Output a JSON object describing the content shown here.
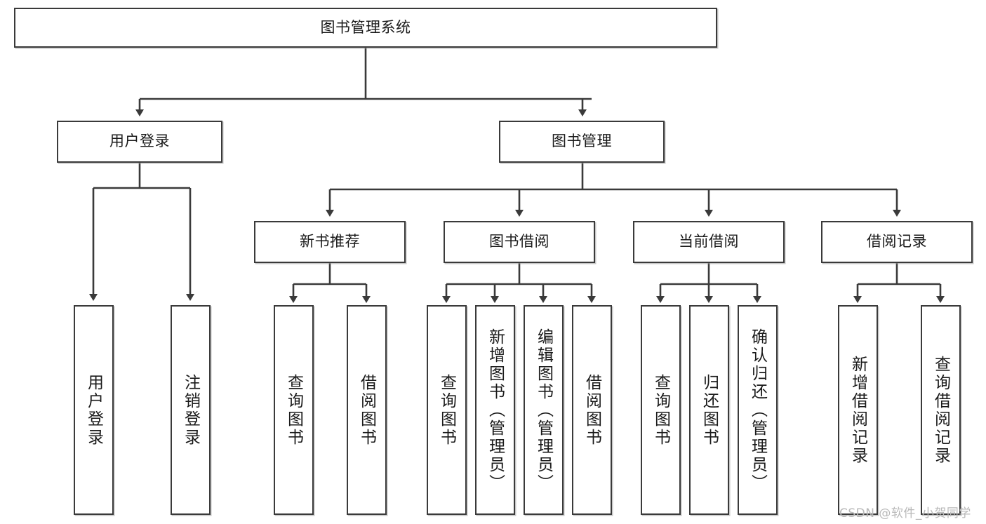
{
  "diagram": {
    "title": "图书管理系统",
    "type": "tree-hierarchy-diagram",
    "root": {
      "id": "root",
      "label": "图书管理系统"
    },
    "level2": [
      {
        "id": "user-login",
        "label": "用户登录"
      },
      {
        "id": "book-management",
        "label": "图书管理"
      }
    ],
    "level3": [
      {
        "id": "new-book-recommend",
        "label": "新书推荐"
      },
      {
        "id": "book-borrow",
        "label": "图书借阅"
      },
      {
        "id": "current-borrow",
        "label": "当前借阅"
      },
      {
        "id": "borrow-record",
        "label": "借阅记录"
      }
    ],
    "leaves": [
      {
        "id": "leaf-user-login",
        "label": "用户登录"
      },
      {
        "id": "leaf-logout",
        "label": "注销登录"
      },
      {
        "id": "leaf-query-book-1",
        "label": "查询图书"
      },
      {
        "id": "leaf-borrow-book-1",
        "label": "借阅图书"
      },
      {
        "id": "leaf-query-book-2",
        "label": "查询图书"
      },
      {
        "id": "leaf-add-book",
        "label": "新增图书（管理员）"
      },
      {
        "id": "leaf-edit-book",
        "label": "编辑图书（管理员）"
      },
      {
        "id": "leaf-borrow-book-2",
        "label": "借阅图书"
      },
      {
        "id": "leaf-query-book-3",
        "label": "查询图书"
      },
      {
        "id": "leaf-return-book",
        "label": "归还图书"
      },
      {
        "id": "leaf-confirm-return",
        "label": "确认归还（管理员）"
      },
      {
        "id": "leaf-add-record",
        "label": "新增借阅记录"
      },
      {
        "id": "leaf-query-record",
        "label": "查询借阅记录"
      }
    ],
    "watermark": "CSDN @软件_小贺同学",
    "colors": {
      "stroke": "#3a3a3a",
      "fill": "#ffffff",
      "text": "#1a1a1a",
      "watermark": "#b9b9b9"
    }
  }
}
